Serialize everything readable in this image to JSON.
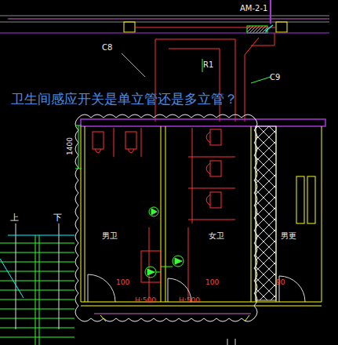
{
  "diagram": {
    "labels": [
      "AM-2-1",
      "C8",
      "R1",
      "C9",
      "卫生间感应开关是单立管还是多立管？",
      "1400",
      "上",
      "下",
      "男卫",
      "女卫",
      "男更",
      "100",
      "H:500",
      "100",
      "H:500",
      "90"
    ]
  }
}
